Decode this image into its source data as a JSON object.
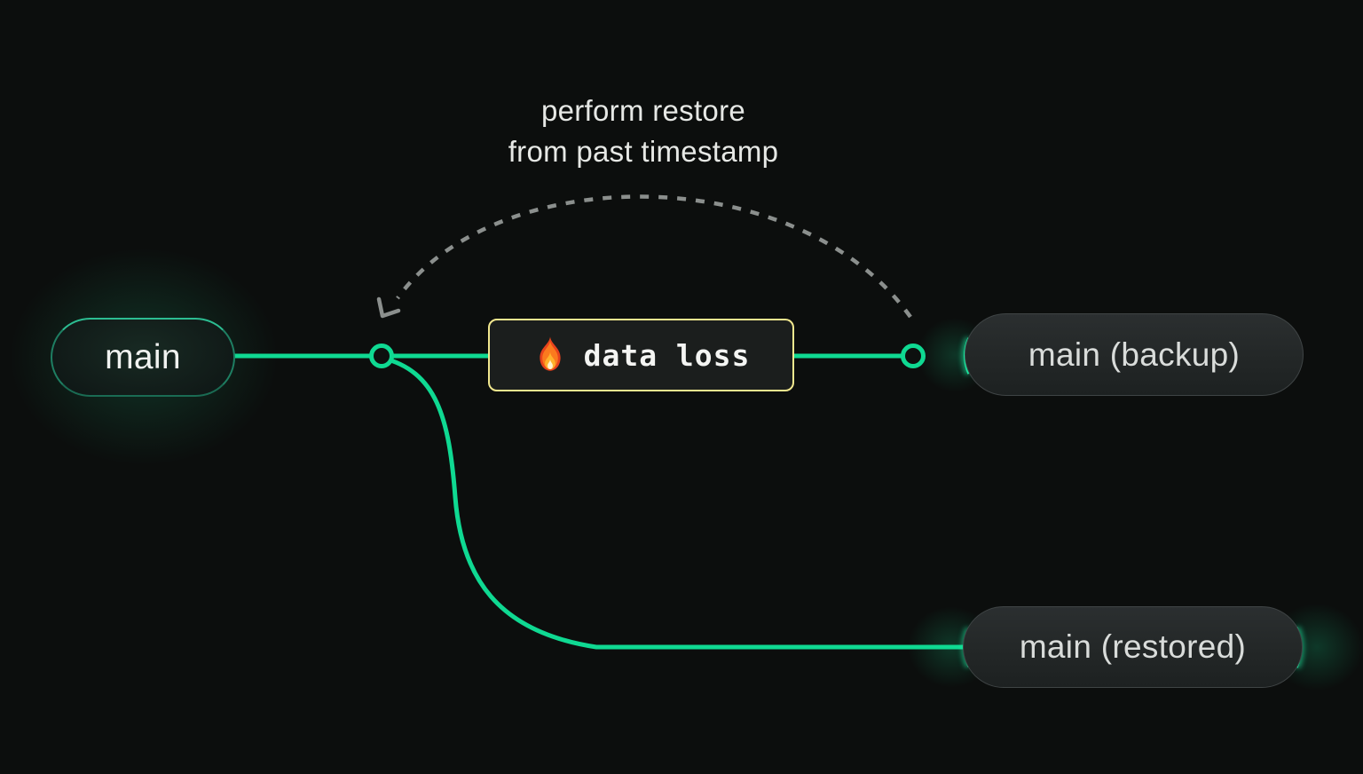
{
  "diagram": {
    "annotation": {
      "line1": "perform restore",
      "line2": "from past timestamp"
    },
    "event_badge": {
      "icon": "fire-icon",
      "label": "data loss"
    },
    "nodes": [
      {
        "id": "main",
        "label": "main"
      },
      {
        "id": "main-backup",
        "label": "main (backup)"
      },
      {
        "id": "main-restored",
        "label": "main (restored)"
      }
    ],
    "colors": {
      "background": "#0c0e0d",
      "branch_green": "#0fd992",
      "edge_glow_green": "#1ae8a0",
      "dashed_gray": "#8b8f8d",
      "event_border_yellow": "#f2e88f",
      "node_text": "#d9dcda"
    }
  }
}
